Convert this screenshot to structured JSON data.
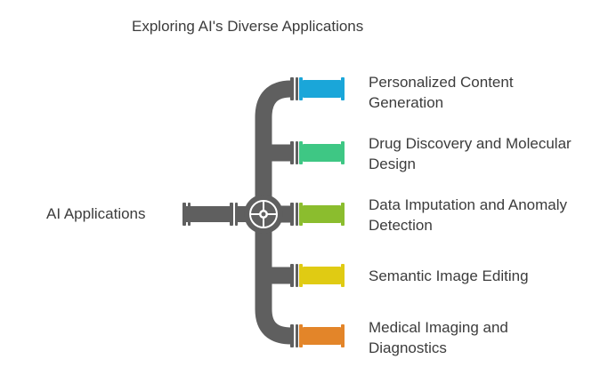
{
  "title": "Exploring AI's Diverse Applications",
  "root": {
    "label": "AI Applications",
    "pipe_color": "#5f5f5f"
  },
  "branches": [
    {
      "label": "Personalized Content Generation",
      "color": "#1aa6d9"
    },
    {
      "label": "Drug Discovery and Molecular Design",
      "color": "#3ec784"
    },
    {
      "label": "Data Imputation and Anomaly Detection",
      "color": "#8bbd2e"
    },
    {
      "label": "Semantic Image Editing",
      "color": "#e0cb13"
    },
    {
      "label": "Medical Imaging and Diagnostics",
      "color": "#e38529"
    }
  ]
}
